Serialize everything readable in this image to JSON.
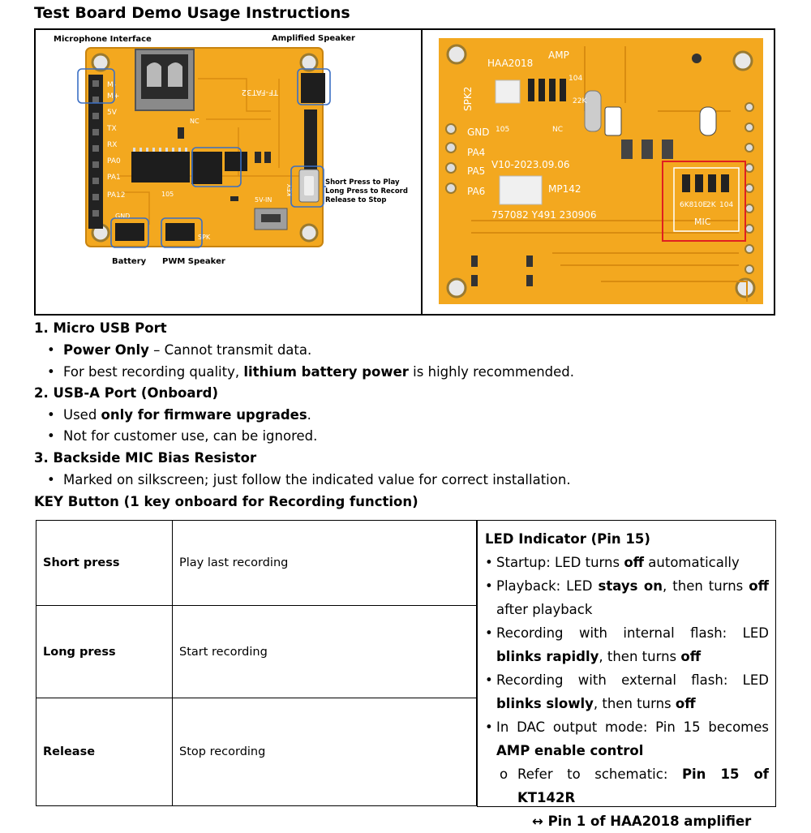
{
  "title": "Test Board Demo Usage Instructions",
  "photo_labels": {
    "mic": "Microphone Interface",
    "amp": "Amplified Speaker",
    "battery": "Battery",
    "pwm": "PWM Speaker",
    "key_lines": [
      "Short Press to Play",
      "Long Press to Record",
      "Release to Stop"
    ]
  },
  "front_silk": {
    "tf": "TF-FAT32",
    "pins": [
      "M-",
      "M+",
      "5V",
      "TX",
      "RX",
      "PA0",
      "PA1",
      "PA12"
    ],
    "key": "KEY",
    "fivev": "5V-IN",
    "spk": "SPK",
    "r105": "105",
    "nc": "NC",
    "gnd": "GND"
  },
  "back_silk": {
    "haa": "HAA2018",
    "amp": "AMP",
    "spk2": "SPK2",
    "gnd": "GND",
    "pa4": "PA4",
    "pa5": "PA5",
    "pa6": "PA6",
    "ver": "V10-2023.09.06",
    "mp": "MP142",
    "code": "757082 Y491 230906",
    "nc": "NC",
    "r105": "105",
    "r104": "104",
    "r22k": "22K",
    "mic": "MIC",
    "mic_vals": [
      "6K8",
      "10E",
      "2K",
      "104"
    ]
  },
  "sections": [
    {
      "heading": "1. Micro USB Port",
      "bullets": [
        {
          "b": "Power Only",
          "t": " – Cannot transmit data."
        },
        {
          "pre": "For best recording quality, ",
          "b": "lithium battery power",
          "t": " is highly recommended."
        }
      ]
    },
    {
      "heading": "2. USB-A Port (Onboard)",
      "bullets": [
        {
          "pre": "Used ",
          "b": "only for firmware upgrades",
          "t": "."
        },
        {
          "pre": "Not for customer use, can be ignored.",
          "b": "",
          "t": ""
        }
      ]
    },
    {
      "heading": "3. Backside MIC Bias Resistor",
      "bullets": [
        {
          "pre": "Marked on silkscreen; just follow the indicated value for correct installation.",
          "b": "",
          "t": ""
        }
      ]
    }
  ],
  "key_heading": "KEY Button (1 key onboard for Recording function)",
  "key_table": [
    {
      "action": "Short press",
      "result": "Play last recording"
    },
    {
      "action": "Long press",
      "result": "Start recording"
    },
    {
      "action": "Release",
      "result": "Stop recording"
    }
  ],
  "led": {
    "heading": "LED Indicator (Pin 15)",
    "items": [
      {
        "a": "Startup: LED turns ",
        "b": "off",
        "c": " automatically"
      },
      {
        "a": "Playback: LED ",
        "b": "stays on",
        "c": ", then turns ",
        "d": "off",
        "e": " after playback"
      },
      {
        "a": "Recording with internal flash: LED ",
        "b": "blinks rapidly",
        "c": ", then turns ",
        "d": "off",
        "e": ""
      },
      {
        "a": "Recording with external flash: LED ",
        "b": "blinks slowly",
        "c": ", then turns ",
        "d": "off",
        "e": ""
      },
      {
        "a": "In DAC output mode: Pin 15 becomes ",
        "b": "AMP enable control",
        "c": "",
        "d": "",
        "e": ""
      }
    ],
    "sub": {
      "a": "Refer to schematic: ",
      "b": "Pin 15 of KT142R",
      "c": "↔ Pin 1 of HAA2018 amplifier"
    }
  },
  "colors": {
    "pcb": "#f3a81f",
    "pcb_dark": "#d98c10",
    "callout": "#3b6fc4",
    "red_box": "#e02020"
  }
}
